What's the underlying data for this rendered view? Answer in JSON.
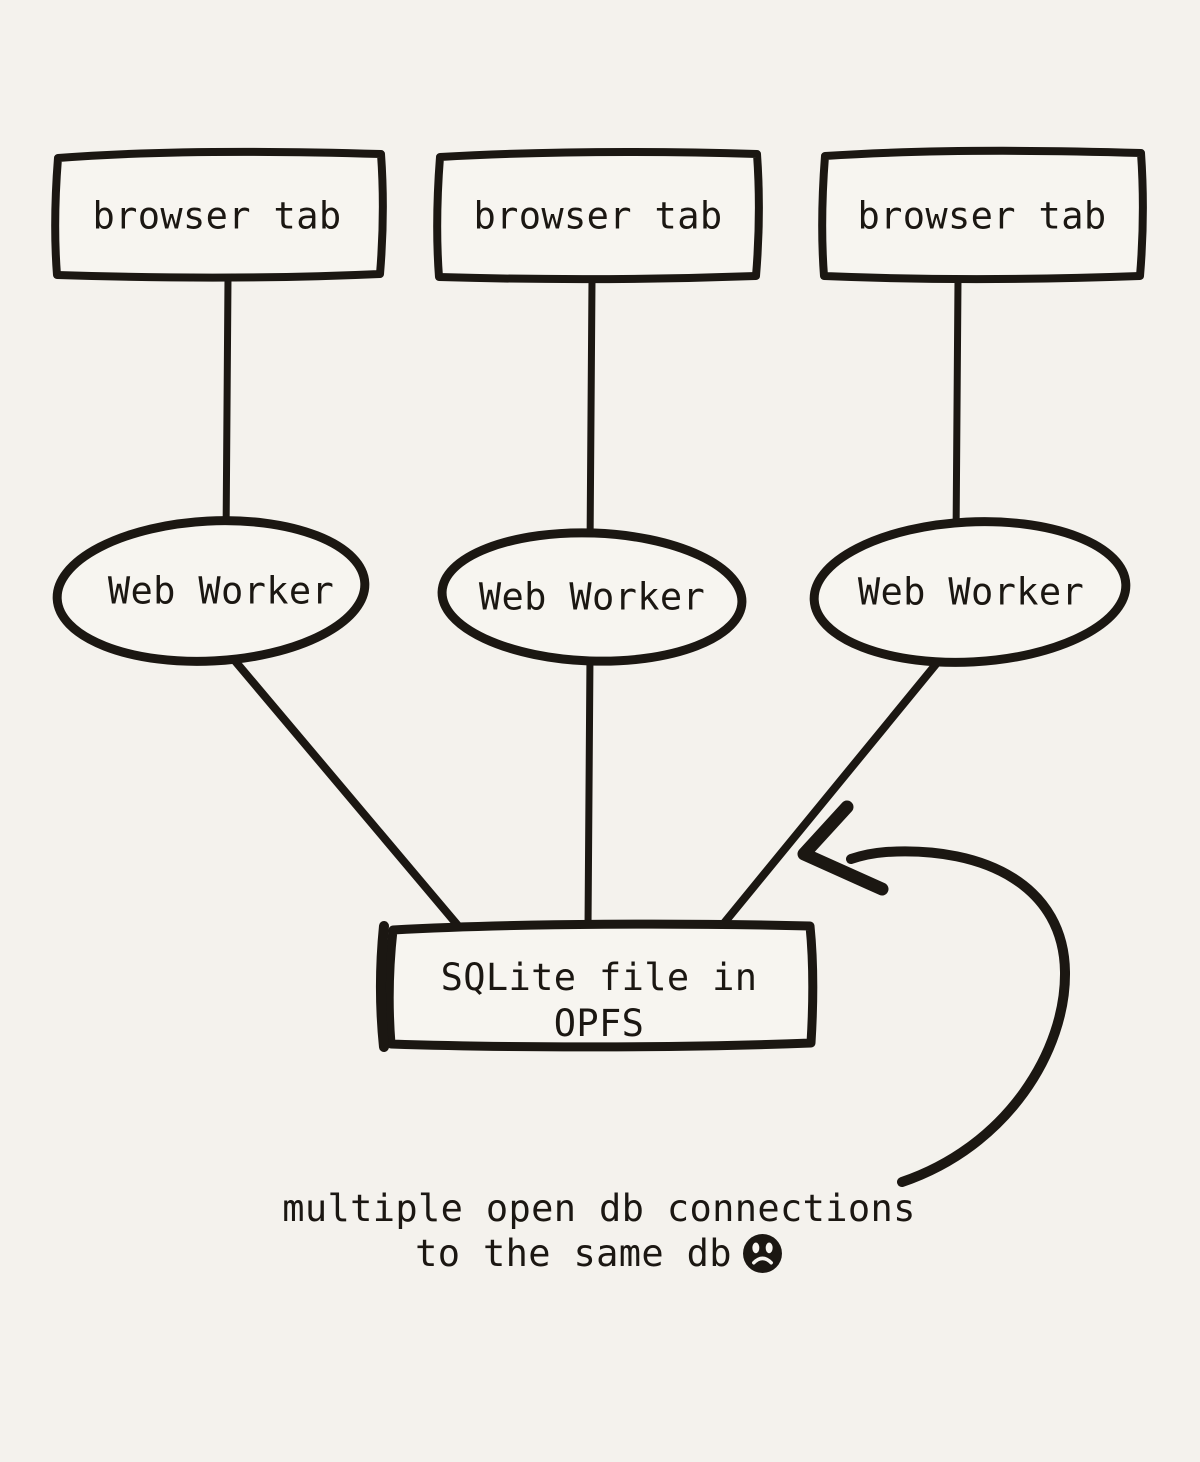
{
  "page": {
    "background_color": "#f4f2ed",
    "ink_color": "#1b1712",
    "shape_fill_color": "#f7f5f0"
  },
  "diagram": {
    "browser_tabs": [
      {
        "id": "tab-1",
        "label": "browser tab"
      },
      {
        "id": "tab-2",
        "label": "browser tab"
      },
      {
        "id": "tab-3",
        "label": "browser tab"
      }
    ],
    "web_workers": [
      {
        "id": "worker-1",
        "label": "Web Worker"
      },
      {
        "id": "worker-2",
        "label": "Web Worker"
      },
      {
        "id": "worker-3",
        "label": "Web Worker"
      }
    ],
    "database": {
      "id": "sqlite-opfs",
      "label": "SQLite file in OPFS"
    },
    "edges": [
      {
        "from": "tab-1",
        "to": "worker-1"
      },
      {
        "from": "tab-2",
        "to": "worker-2"
      },
      {
        "from": "tab-3",
        "to": "worker-3"
      },
      {
        "from": "worker-1",
        "to": "sqlite-opfs"
      },
      {
        "from": "worker-2",
        "to": "sqlite-opfs"
      },
      {
        "from": "worker-3",
        "to": "sqlite-opfs"
      }
    ],
    "annotation": {
      "line1": "multiple open db connections",
      "line2": "to the same db",
      "emoji": "frowning-face",
      "arrow_points_to": "connection between worker-3 and sqlite-opfs"
    }
  }
}
